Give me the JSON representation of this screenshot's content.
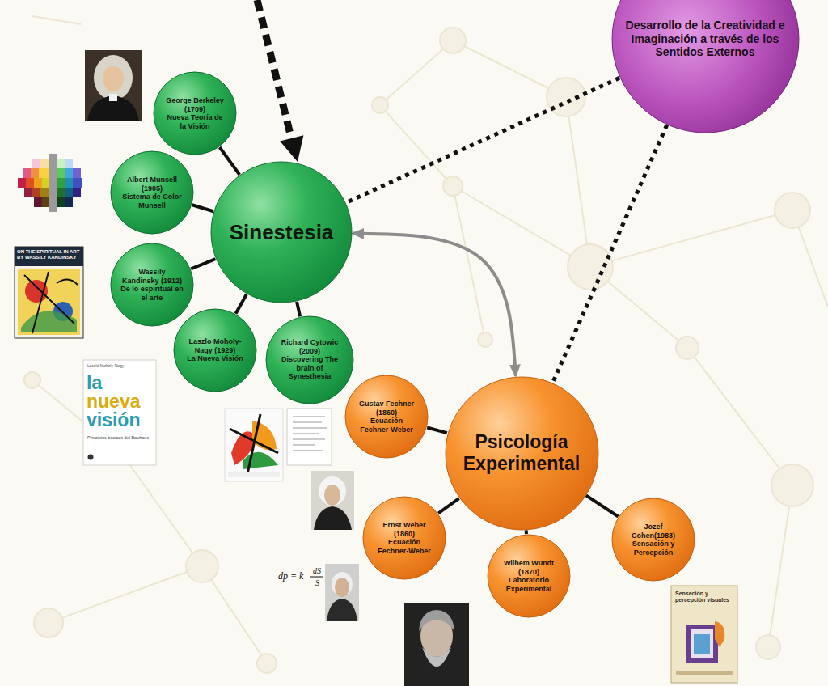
{
  "diagram": {
    "nodes": [
      {
        "text": [
          "Desarrollo de la Creatividad e Imaginación a través de los Sentidos Externos"
        ]
      },
      {
        "text": [
          "Sinestesia"
        ]
      },
      {
        "text": [
          "George Berkeley (1709)",
          "Nueva Teoría de la Visión"
        ]
      },
      {
        "text": [
          "Albert Munsell (1905)",
          "Sistema de Color Munsell"
        ]
      },
      {
        "text": [
          "Wassily Kandinsky (1912)",
          "De lo espiritual en el arte"
        ]
      },
      {
        "text": [
          "Laszlo Moholy-Nagy (1929)",
          "La Nueva Visión"
        ]
      },
      {
        "text": [
          "Richard Cytowic (2009)",
          "Discovering The brain of Synesthesia"
        ]
      },
      {
        "text": [
          "Psicología Experimental"
        ]
      },
      {
        "text": [
          "Gustav Fechner (1860)",
          "Ecuación Fechner-Weber"
        ]
      },
      {
        "text": [
          "Ernst Weber (1860)",
          "Ecuación Fechner-Weber"
        ]
      },
      {
        "text": [
          "Wilhem Wundt (1870)",
          "Laboratorio Experimental"
        ]
      },
      {
        "text": [
          "Jozef Cohen(1983)",
          "Sensación y Percepción"
        ]
      }
    ],
    "edges": [
      {
        "from": 0,
        "to": 1,
        "arrow": "none"
      },
      {
        "from": 0,
        "to": 7,
        "arrow": "none"
      },
      {
        "from": 1,
        "to": 7,
        "arrow": "both"
      },
      {
        "from": 2,
        "to": 1,
        "arrow": "none"
      },
      {
        "from": 3,
        "to": 1,
        "arrow": "none"
      },
      {
        "from": 4,
        "to": 1,
        "arrow": "none"
      },
      {
        "from": 5,
        "to": 1,
        "arrow": "none"
      },
      {
        "from": 6,
        "to": 1,
        "arrow": "none"
      },
      {
        "from": 8,
        "to": 7,
        "arrow": "none"
      },
      {
        "from": 9,
        "to": 7,
        "arrow": "none"
      },
      {
        "from": 10,
        "to": 7,
        "arrow": "none"
      },
      {
        "from": 11,
        "to": 7,
        "arrow": "none"
      }
    ],
    "labels": [
      "ON THE SPIRITUAL IN ART BY WASSILY KANDINSKY",
      "László Moholy-Nagy",
      "la",
      "nueva",
      "visión",
      "Principios básicos del Bauhaus",
      "dp = k",
      "dS",
      "S",
      "Sensación y percepción visuales"
    ]
  }
}
